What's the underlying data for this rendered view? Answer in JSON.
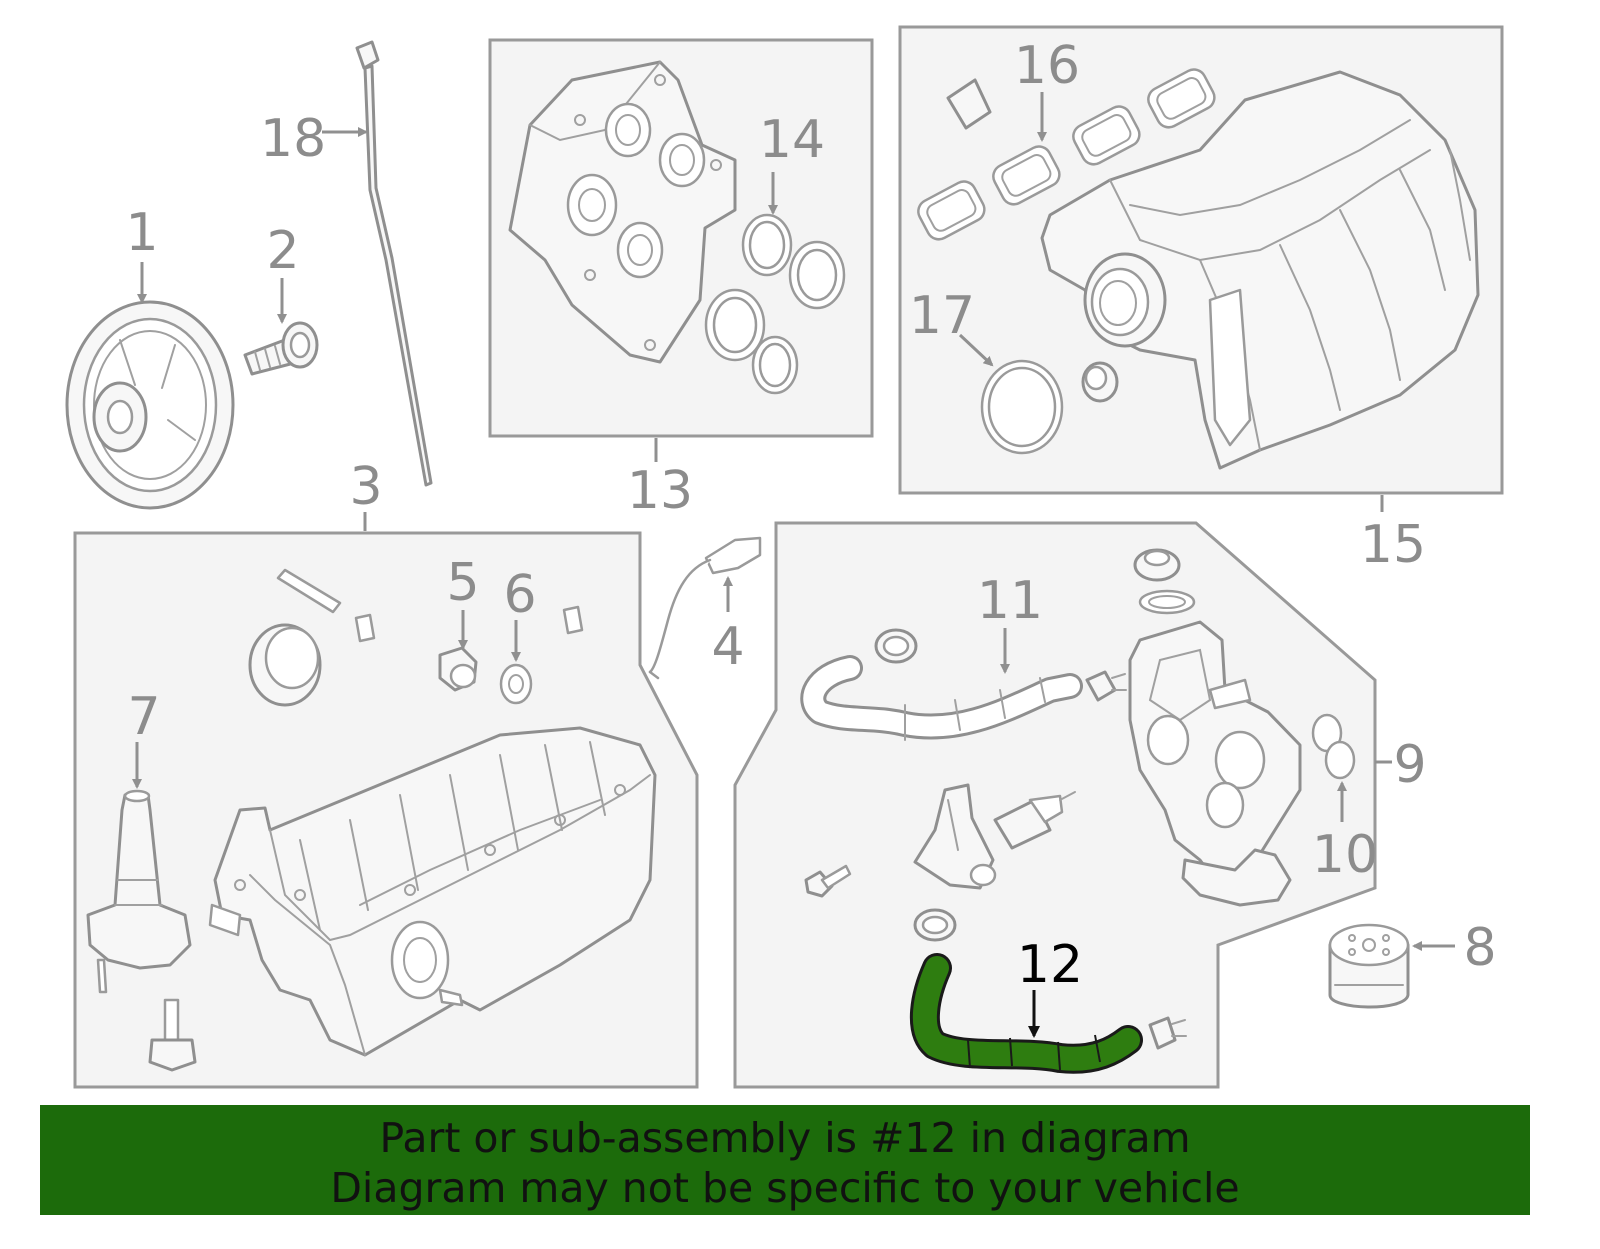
{
  "callouts": {
    "c1": "1",
    "c2": "2",
    "c3": "3",
    "c4": "4",
    "c5": "5",
    "c6": "6",
    "c7": "7",
    "c8": "8",
    "c9": "9",
    "c10": "10",
    "c11": "11",
    "c12": "12",
    "c13": "13",
    "c14": "14",
    "c15": "15",
    "c16": "16",
    "c17": "17",
    "c18": "18"
  },
  "highlighted_part": "12",
  "colors": {
    "highlight": "#2e7d10",
    "banner_bg": "#1c6b0b",
    "line": "#999999"
  },
  "banner": {
    "line1": "Part or sub-assembly is #12 in diagram",
    "line2": "Diagram may not be specific to your vehicle"
  }
}
